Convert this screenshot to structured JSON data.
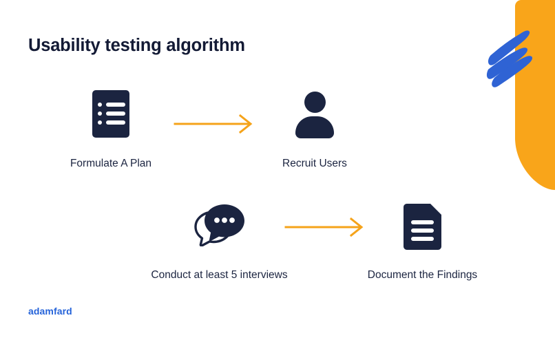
{
  "slide": {
    "title": "Usability testing algorithm",
    "background_color": "#ffffff",
    "title_color": "#131a35"
  },
  "steps": [
    {
      "id": "formulate-a-plan",
      "label": "Formulate A Plan",
      "icon": "document-list-icon",
      "icon_color": "#1b2440"
    },
    {
      "id": "recruit-users",
      "label": "Recruit Users",
      "icon": "person-icon",
      "icon_color": "#1b2440"
    },
    {
      "id": "conduct-interviews",
      "label": "Conduct at least 5 interviews",
      "icon": "speech-bubbles-icon",
      "icon_color": "#1b2440"
    },
    {
      "id": "document-findings",
      "label": "Document the Findings",
      "icon": "document-page-icon",
      "icon_color": "#1b2440"
    }
  ],
  "arrows": [
    {
      "id": "arrow-plan-to-recruit",
      "color": "#F5A31A",
      "direction": "right"
    },
    {
      "id": "arrow-interviews-to-findings",
      "color": "#F5A31A",
      "direction": "right"
    }
  ],
  "decor": {
    "blob_color": "#F9A51A",
    "stroke_color": "#2f63d4",
    "stroke_count": 3
  },
  "logo": {
    "text": "adamfard",
    "color": "#2563d9"
  }
}
